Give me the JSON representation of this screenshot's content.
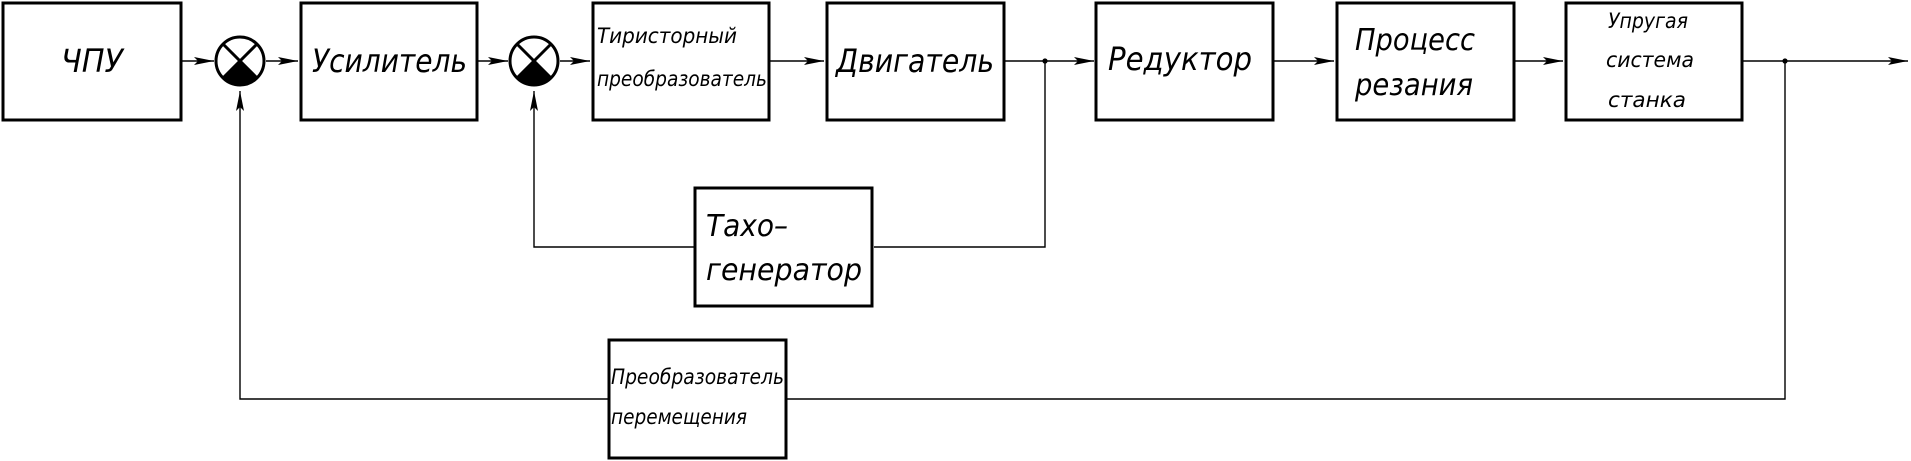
{
  "blocks": {
    "cnc": "ЧПУ",
    "amplifier": "Усилитель",
    "thyristor_converter": [
      "Тиристорный",
      "преобразователь"
    ],
    "motor": "Двигатель",
    "reducer": "Редуктор",
    "cutting_process": [
      "Процесс",
      "резания"
    ],
    "elastic_system": [
      "Упругая",
      "система",
      "станка"
    ],
    "tachogenerator": [
      "Тахо–",
      "генератор"
    ],
    "displacement_converter": [
      "Преобразователь",
      "перемещения"
    ]
  }
}
